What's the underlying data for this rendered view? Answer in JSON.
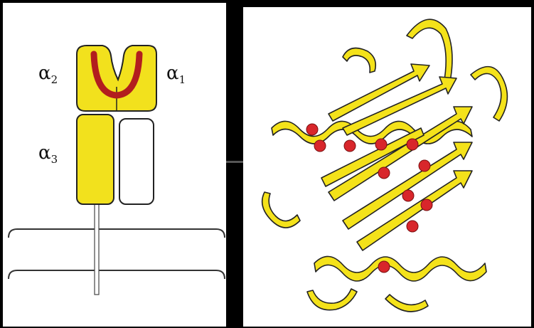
{
  "domains": [
    {
      "id": "alpha2",
      "symbol": "α",
      "subscript": "2"
    },
    {
      "id": "alpha1",
      "symbol": "α",
      "subscript": "1"
    },
    {
      "id": "alpha3",
      "symbol": "α",
      "subscript": "3"
    }
  ],
  "colors": {
    "heavy_chain": "#f2e11d",
    "groove": "#b21e1e",
    "outline": "#222222",
    "beta2m": "#ffffff",
    "membrane_line": "#333333",
    "ribbon": "#f4e21a",
    "contact_residue": "#d8262b"
  },
  "icons": {
    "schematic": "mhc-class-i-schematic",
    "ribbon": "protein-ribbon-structure"
  }
}
